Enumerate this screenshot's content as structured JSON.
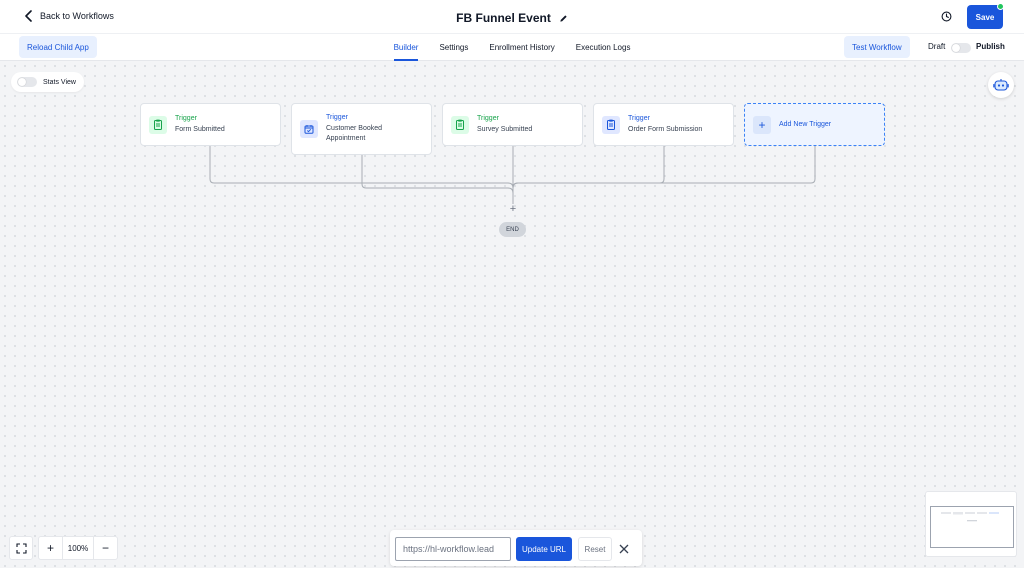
{
  "header": {
    "back_label": "Back to Workflows",
    "title": "FB Funnel Event",
    "save_label": "Save"
  },
  "tabbar": {
    "reload_label": "Reload Child App",
    "tabs": [
      {
        "label": "Builder",
        "active": true
      },
      {
        "label": "Settings",
        "active": false
      },
      {
        "label": "Enrollment History",
        "active": false
      },
      {
        "label": "Execution Logs",
        "active": false
      }
    ],
    "test_label": "Test Workflow",
    "draft_label": "Draft",
    "publish_label": "Publish"
  },
  "canvas": {
    "stats_label": "Stats View",
    "triggers": [
      {
        "label": "Trigger",
        "name": "Form Submitted",
        "icon": "clipboard-icon",
        "color": "#16a34a"
      },
      {
        "label": "Trigger",
        "name": "Customer Booked Appointment",
        "icon": "calendar-check-icon",
        "color": "#1a56db"
      },
      {
        "label": "Trigger",
        "name": "Survey Submitted",
        "icon": "clipboard-icon",
        "color": "#16a34a"
      },
      {
        "label": "Trigger",
        "name": "Order Form Submission",
        "icon": "clipboard-icon",
        "color": "#1a56db"
      }
    ],
    "add_trigger_label": "Add New Trigger",
    "add_step_symbol": "+",
    "end_label": "END"
  },
  "zoom": {
    "minus": "−",
    "value": "100%",
    "plus": "+"
  },
  "url_bar": {
    "value": "https://hl-workflow.lead",
    "update_label": "Update URL",
    "reset_label": "Reset"
  },
  "colors": {
    "primary": "#1a56db",
    "accent_green": "#16a34a",
    "status_dot": "#22c55e"
  }
}
